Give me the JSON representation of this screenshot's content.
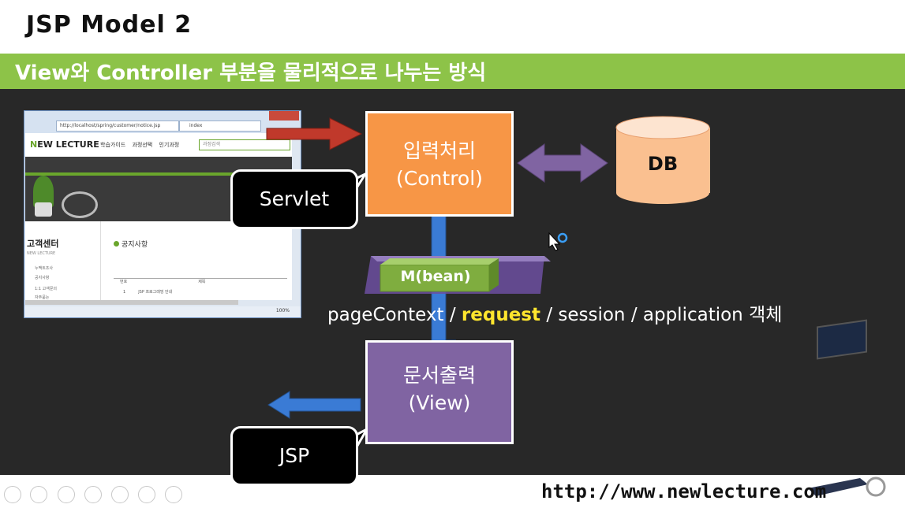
{
  "slide": {
    "title": "JSP Model 2",
    "subtitle": "View와 Controller 부분을 물리적으로 나누는 방식"
  },
  "browser": {
    "url": "http://localhost/spring/customer/notice.jsp",
    "tab": "index",
    "logo_mark": "N",
    "logo_text": "EW LECTURE",
    "menu": "학습가이드 과정선택 인기과정",
    "search_placeholder": "과정검색",
    "side_title": "고객센터",
    "side_sub": "NEW LECTURE",
    "side_items": [
      "누맥트조사",
      "공지사항",
      "1:1 고객문의",
      "자주묻는"
    ],
    "notice_title": "공지사항",
    "table_header": [
      "번호",
      "제목"
    ],
    "table_row": [
      "1",
      "JSP 프로그래밍 안내"
    ],
    "zoom": "100%"
  },
  "control": {
    "title": "입력처리",
    "subtitle": "(Control)"
  },
  "view": {
    "title": "문서출력",
    "subtitle": "(View)"
  },
  "callouts": {
    "servlet": "Servlet",
    "jsp": "JSP"
  },
  "db": {
    "label": "DB"
  },
  "bean": {
    "label": "M(bean)"
  },
  "scopes": {
    "page_context": "pageContext",
    "request": "request",
    "session": "session",
    "application": "application",
    "suffix": "객체",
    "separator": "/"
  },
  "footer": {
    "url": "http://www.newlecture.com"
  },
  "colors": {
    "control": "#f79646",
    "view": "#8064a2",
    "db": "#fac090",
    "bean": "#7fad3f",
    "arrow_red": "#c0392b",
    "arrow_blue": "#3a7bd5",
    "arrow_purple": "#8064a2",
    "subtitle_bar": "#8dc348",
    "highlight": "#ffe62e"
  }
}
